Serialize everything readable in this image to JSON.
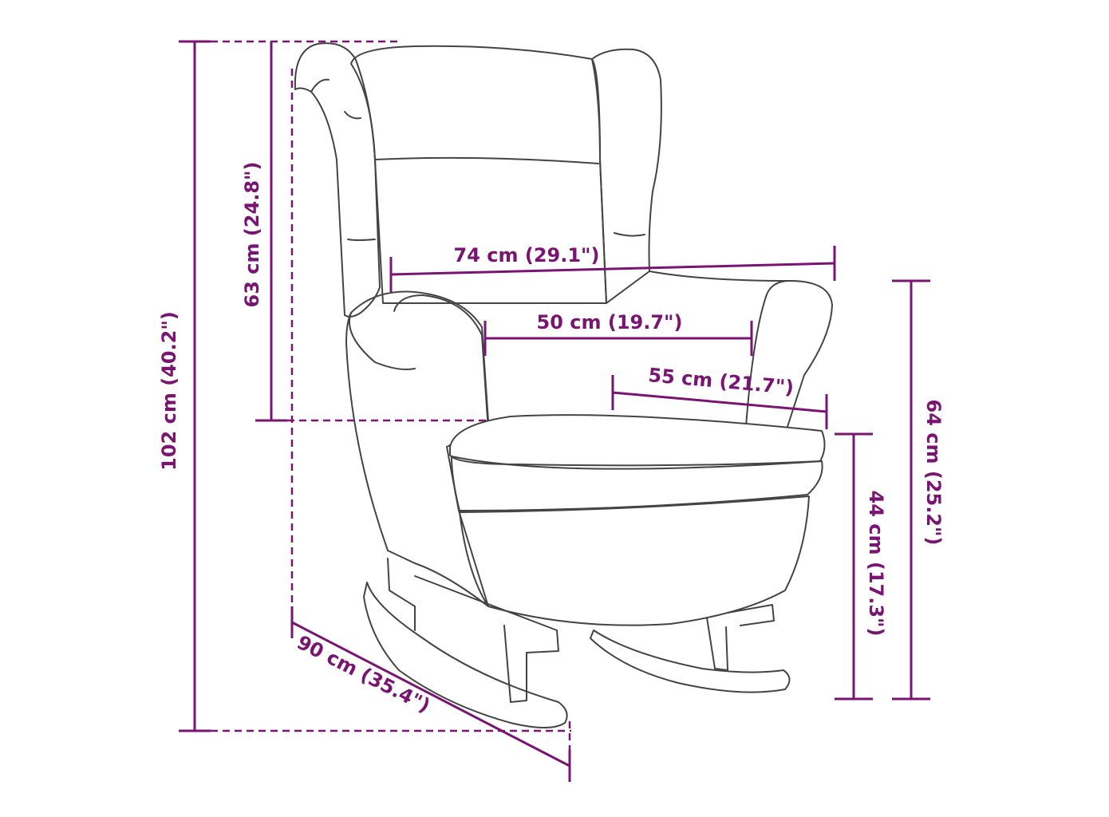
{
  "colors": {
    "dimension": "#7a1472",
    "outline": "#444444",
    "background": "#ffffff"
  },
  "dimensions": {
    "total_height": "102 cm (40.2\")",
    "backrest_height": "63 cm (24.8\")",
    "total_width": "74 cm (29.1\")",
    "seat_width": "50 cm (19.7\")",
    "seat_depth": "55 cm (21.7\")",
    "armrest_height": "64 cm (25.2\")",
    "seat_height": "44 cm (17.3\")",
    "total_depth": "90 cm (35.4\")"
  }
}
